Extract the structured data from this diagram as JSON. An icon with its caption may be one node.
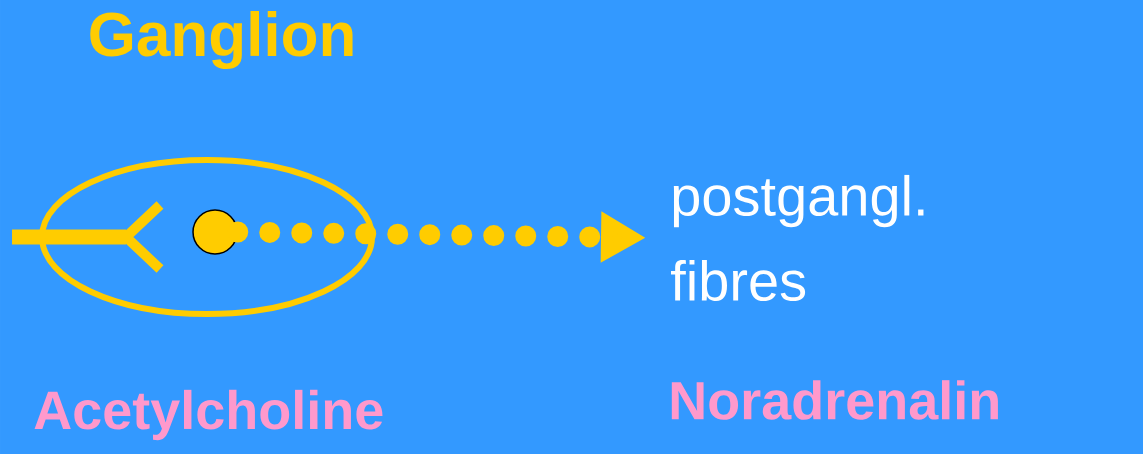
{
  "diagram": {
    "title": "Ganglion",
    "nodes": [
      {
        "text": [],
        "shape": "ellipse"
      },
      {
        "text": [],
        "shape": "circle",
        "in": 0
      },
      {
        "text": [
          "postgangl. fibres"
        ]
      }
    ],
    "edges": [
      {
        "from": 1,
        "to": 2,
        "arrow": "to",
        "style": "dashed"
      }
    ],
    "labels": [
      "Acetylcholine",
      "Noradrenalin"
    ]
  }
}
